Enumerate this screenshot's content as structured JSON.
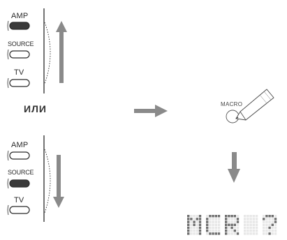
{
  "top_group": {
    "buttons": [
      {
        "label": "AMP",
        "state": "selected"
      },
      {
        "label": "SOURCE",
        "state": "unselected"
      },
      {
        "label": "TV",
        "state": "unselected"
      }
    ],
    "arrow": "up"
  },
  "or_label": "ИЛИ",
  "bottom_group": {
    "buttons": [
      {
        "label": "AMP",
        "state": "unselected"
      },
      {
        "label": "SOURCE",
        "state": "selected"
      },
      {
        "label": "TV",
        "state": "unselected"
      }
    ],
    "arrow": "down"
  },
  "macro_button_label": "MACRO",
  "display_text": "MCR ?",
  "colors": {
    "line": "#2a2a2a",
    "arrow": "#8a8a8a",
    "selected_fill": "#3a3a3a"
  }
}
